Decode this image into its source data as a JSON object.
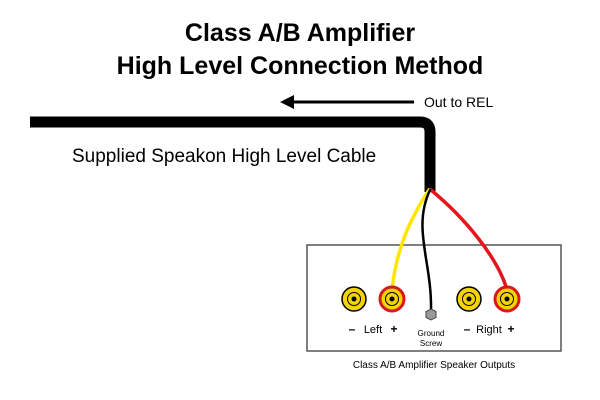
{
  "title": {
    "line1": "Class A/B Amplifier",
    "line2": "High Level Connection Method"
  },
  "direction_label": "Out to REL",
  "cable_label": "Supplied Speakon High Level Cable",
  "terminals": {
    "left_label": "Left",
    "right_label": "Right",
    "minus": "–",
    "plus": "+",
    "ground_line1": "Ground",
    "ground_line2": "Screw"
  },
  "panel_caption": "Class A/B Amplifier Speaker Outputs",
  "colors": {
    "cable": "#000000",
    "wire_positive": "#e8141b",
    "wire_negative": "#ffe600",
    "wire_ground": "#000000",
    "terminal_fill": "#f4d400",
    "terminal_ring_positive": "#d41a1a",
    "ground_screw": "#9a9a9a",
    "panel_border": "#555555"
  }
}
